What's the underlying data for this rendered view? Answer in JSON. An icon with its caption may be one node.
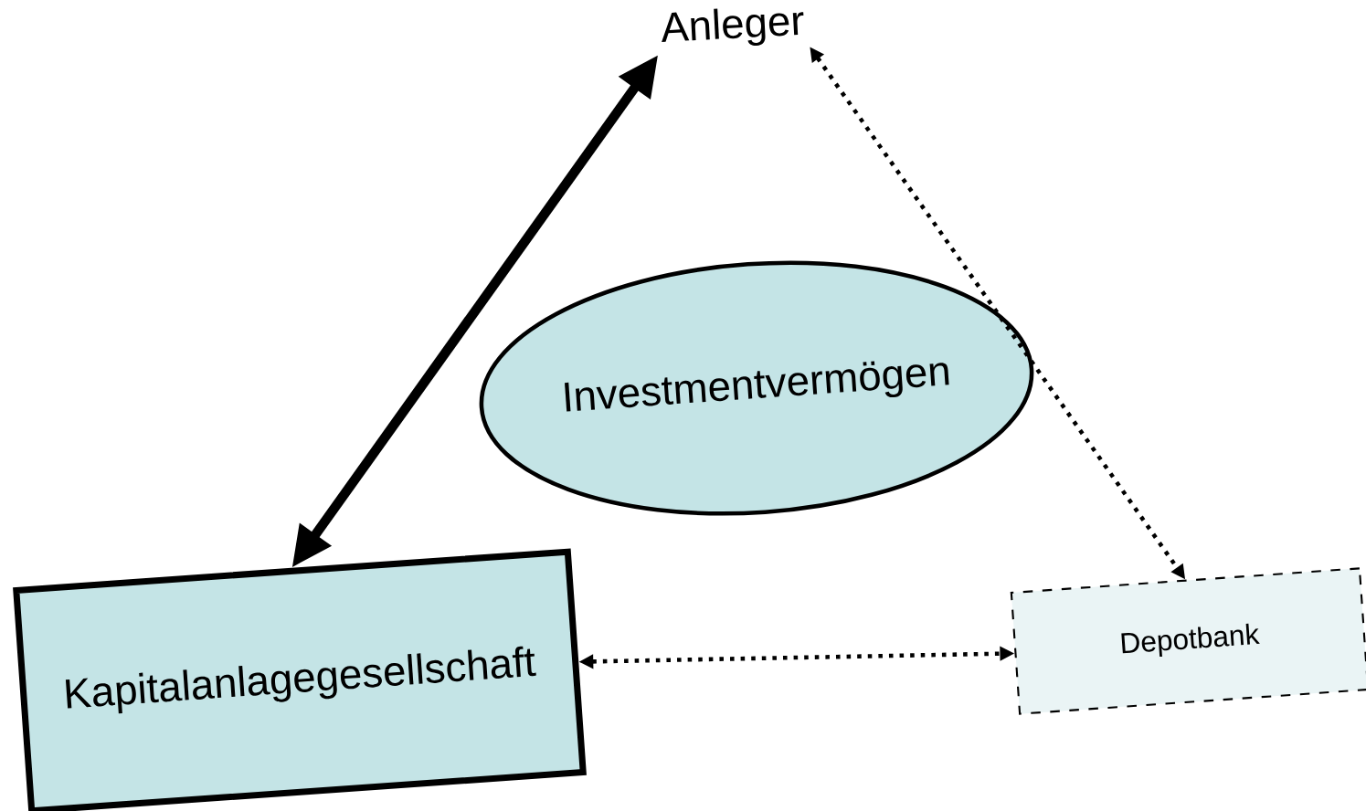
{
  "diagram": {
    "nodes": [
      {
        "text": [
          "Anleger"
        ]
      },
      {
        "text": [
          "Investmentvermögen"
        ]
      },
      {
        "text": [
          "Kapitalanlagegesellschaft"
        ]
      },
      {
        "text": [
          "Depotbank"
        ]
      }
    ],
    "edges": [
      {
        "from": 0,
        "to": 2,
        "arrow": "both",
        "style": "thick"
      },
      {
        "from": 0,
        "to": 3,
        "arrow": "both",
        "style": "dashed"
      },
      {
        "from": 2,
        "to": 3,
        "arrow": "both",
        "style": "dashed"
      }
    ]
  }
}
